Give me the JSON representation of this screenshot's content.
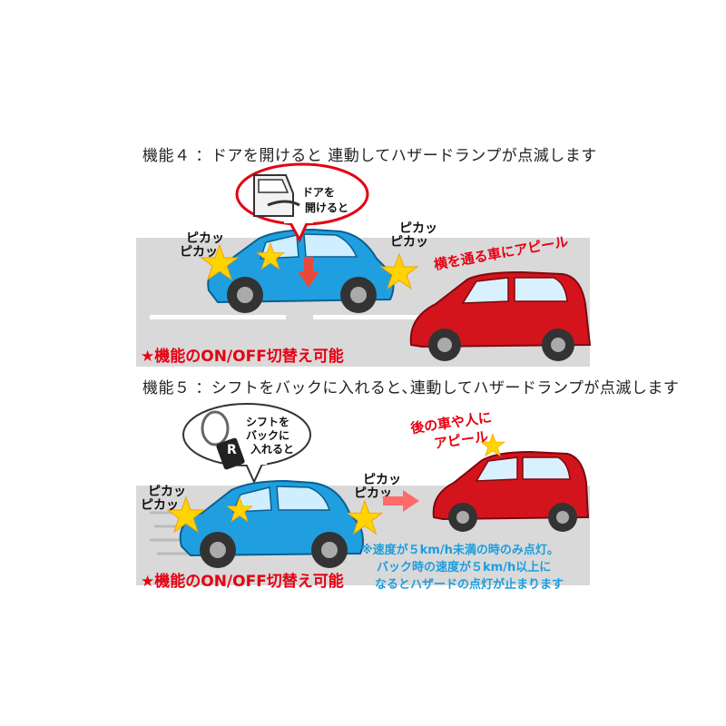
{
  "section4": {
    "heading": "機能４ ：ドアを開けると 連動してハザードランプが点滅します",
    "bubble_line1": "ドアを",
    "bubble_line2": "開けると",
    "pika_left_1": "ピカッ",
    "pika_left_2": "ピカッ",
    "pika_right_1": "ピカッ",
    "pika_right_2": "ピカッ",
    "appeal": "横を通る車にアピール",
    "onoff": "★機能のON/OFF切替え可能"
  },
  "section5": {
    "heading": "機能５ ：シフトをバックに入れると､連動してハザードランプが点滅します",
    "bubble_line1": "シフトを",
    "bubble_line2": "バックに",
    "bubble_line3": "入れると",
    "shift_letter": "R",
    "pika_left_1": "ピカッ",
    "pika_left_2": "ピカッ",
    "pika_right_1": "ピカッ",
    "pika_right_2": "ピカッ",
    "appeal_line1": "後の車や人に",
    "appeal_line2": "アピール",
    "note_line1": "※速度が５km/h未満の時のみ点灯。",
    "note_line2": "バック時の速度が５km/h以上に",
    "note_line3": "なるとハザードの点灯が止まります",
    "onoff": "★機能のON/OFF切替え可能"
  },
  "colors": {
    "blue_car": "#1f9fe0",
    "red_car": "#d4141c",
    "road": "#d9d9d9",
    "accent_red": "#e60012",
    "note_blue": "#1a9ee0",
    "hazard_yellow": "#ffd400"
  }
}
